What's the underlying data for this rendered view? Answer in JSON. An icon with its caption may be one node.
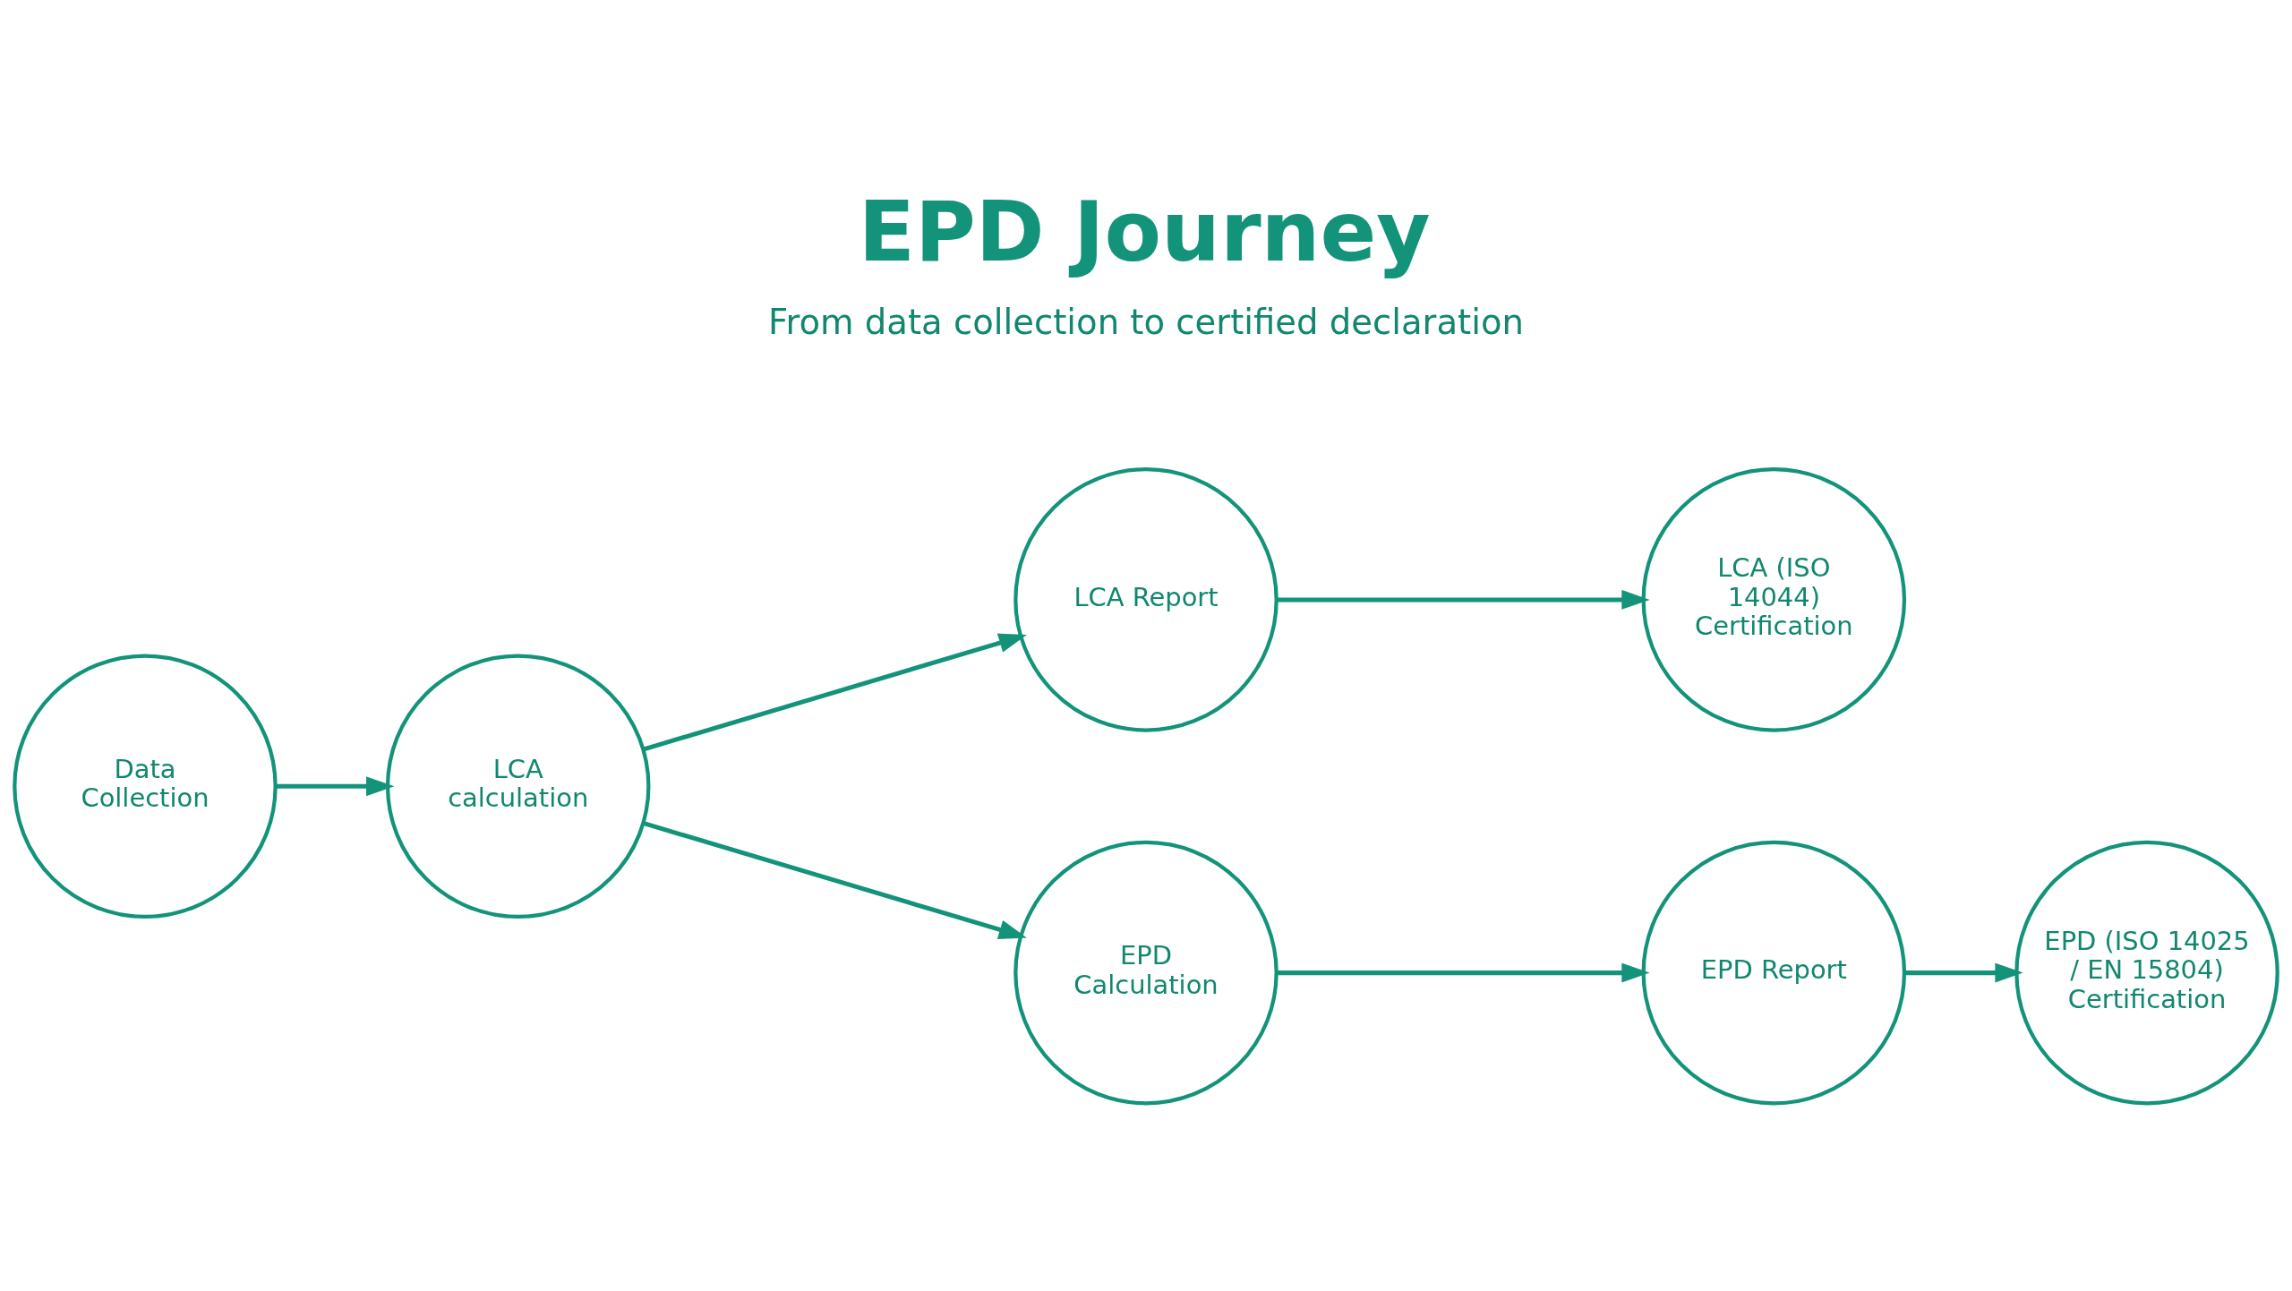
{
  "diagram": {
    "title": "EPD Journey",
    "nodes": [
      {
        "text": [
          "Data Collection"
        ]
      },
      {
        "text": [
          "LCA calculation"
        ]
      },
      {
        "text": [
          "LCA Report"
        ]
      },
      {
        "text": [
          "LCA (ISO 14044) Certification"
        ]
      },
      {
        "text": [
          "EPD Calculation"
        ]
      },
      {
        "text": [
          "EPD Report"
        ]
      },
      {
        "text": [
          "EPD (ISO 14025 / EN 15804) Certification"
        ]
      }
    ],
    "edges": [
      {
        "from": 0,
        "to": 1,
        "arrow": "to"
      },
      {
        "from": 1,
        "to": 2,
        "arrow": "to"
      },
      {
        "from": 2,
        "to": 3,
        "arrow": "to"
      },
      {
        "from": 1,
        "to": 4,
        "arrow": "to"
      },
      {
        "from": 4,
        "to": 5,
        "arrow": "to"
      },
      {
        "from": 5,
        "to": 6,
        "arrow": "to"
      }
    ],
    "labels": [
      "From data collection to certified declaration"
    ]
  }
}
